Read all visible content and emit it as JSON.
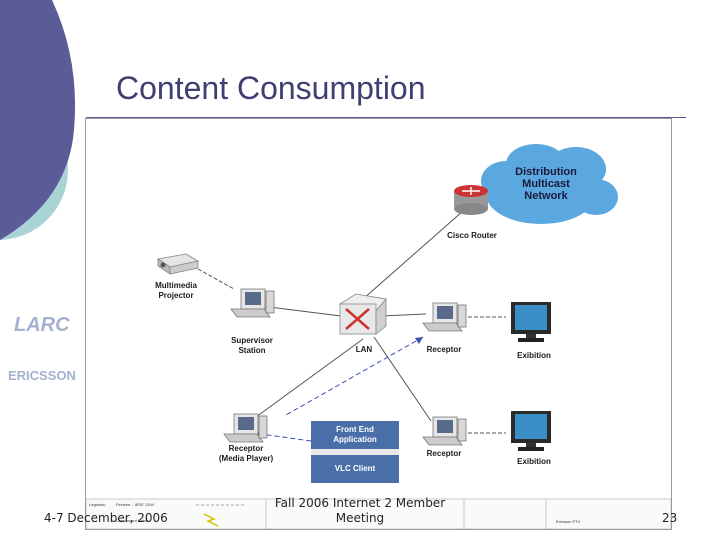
{
  "slide": {
    "title": "Content Consumption",
    "footer_date": "4-7 December, 2006",
    "footer_event_line1": "Fall 2006 Internet 2 Member",
    "footer_event_line2": "Meeting",
    "page_number": "23"
  },
  "logos": {
    "larc": "LARC",
    "ericsson": "ERICSSON"
  },
  "diagram": {
    "cloud_line1": "Distribution",
    "cloud_line2": "Multicast",
    "cloud_line3": "Network",
    "cisco_router": "Cisco Router",
    "projector_line1": "Multimedia",
    "projector_line2": "Projector",
    "supervisor_line1": "Supervisor",
    "supervisor_line2": "Station",
    "lan": "LAN",
    "receptor_top": "Receptor",
    "exibition_top": "Exibition",
    "frontend_line1": "Front End",
    "frontend_line2": "Application",
    "vlc_client": "VLC Client",
    "receptor_left_line1": "Receptor",
    "receptor_left_line2": "(Media Player)",
    "receptor_bottom": "Receptor",
    "exibition_bottom": "Exibition",
    "legend": {
      "title": "Legenda:",
      "firewire": "Firewire – IEEE 1394",
      "component": "Component Cable",
      "ericsson_ptv": "Ericsson PTV"
    }
  },
  "colors": {
    "title": "#3f3f72",
    "purple_shape": "#5b5c97",
    "teal_shape": "#a9d3d5",
    "app_box": "#4a6fa8",
    "cloud": "#5aa8df"
  }
}
